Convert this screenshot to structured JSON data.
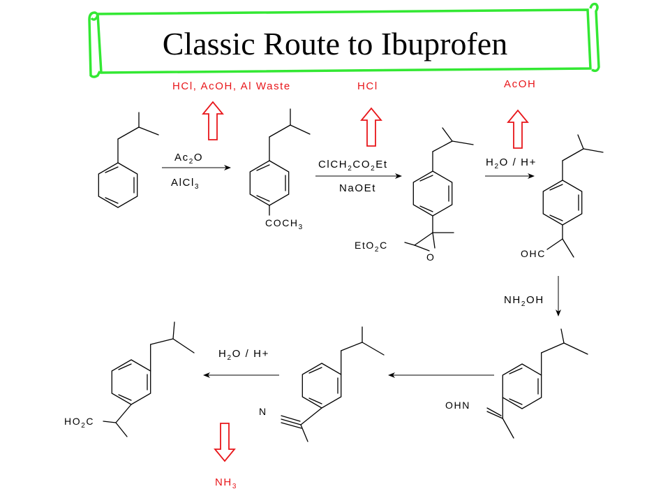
{
  "title": "Classic Route to Ibuprofen",
  "byproducts": {
    "step1": "HCl, AcOH, Al Waste",
    "step2": "HCl",
    "step3": "AcOH",
    "step6": "NH3"
  },
  "reagents": {
    "step1_top": "Ac2O",
    "step1_bottom": "AlCl3",
    "step2_top": "ClCH2CO2Et",
    "step2_bottom": "NaOEt",
    "step3": "H2O / H+",
    "step4": "NH2OH",
    "step6": "H2O / H+"
  },
  "substituents": {
    "ketone": "COCH3",
    "ester": "EtO2C",
    "epoxide_oxygen": "O",
    "aldehyde": "OHC",
    "oxime": "OHN",
    "nitrile_n": "N",
    "acid": "HO2C"
  },
  "colors": {
    "scroll_border": "#33e833",
    "byproduct_red": "#e8161a",
    "structure_black": "#000000"
  }
}
